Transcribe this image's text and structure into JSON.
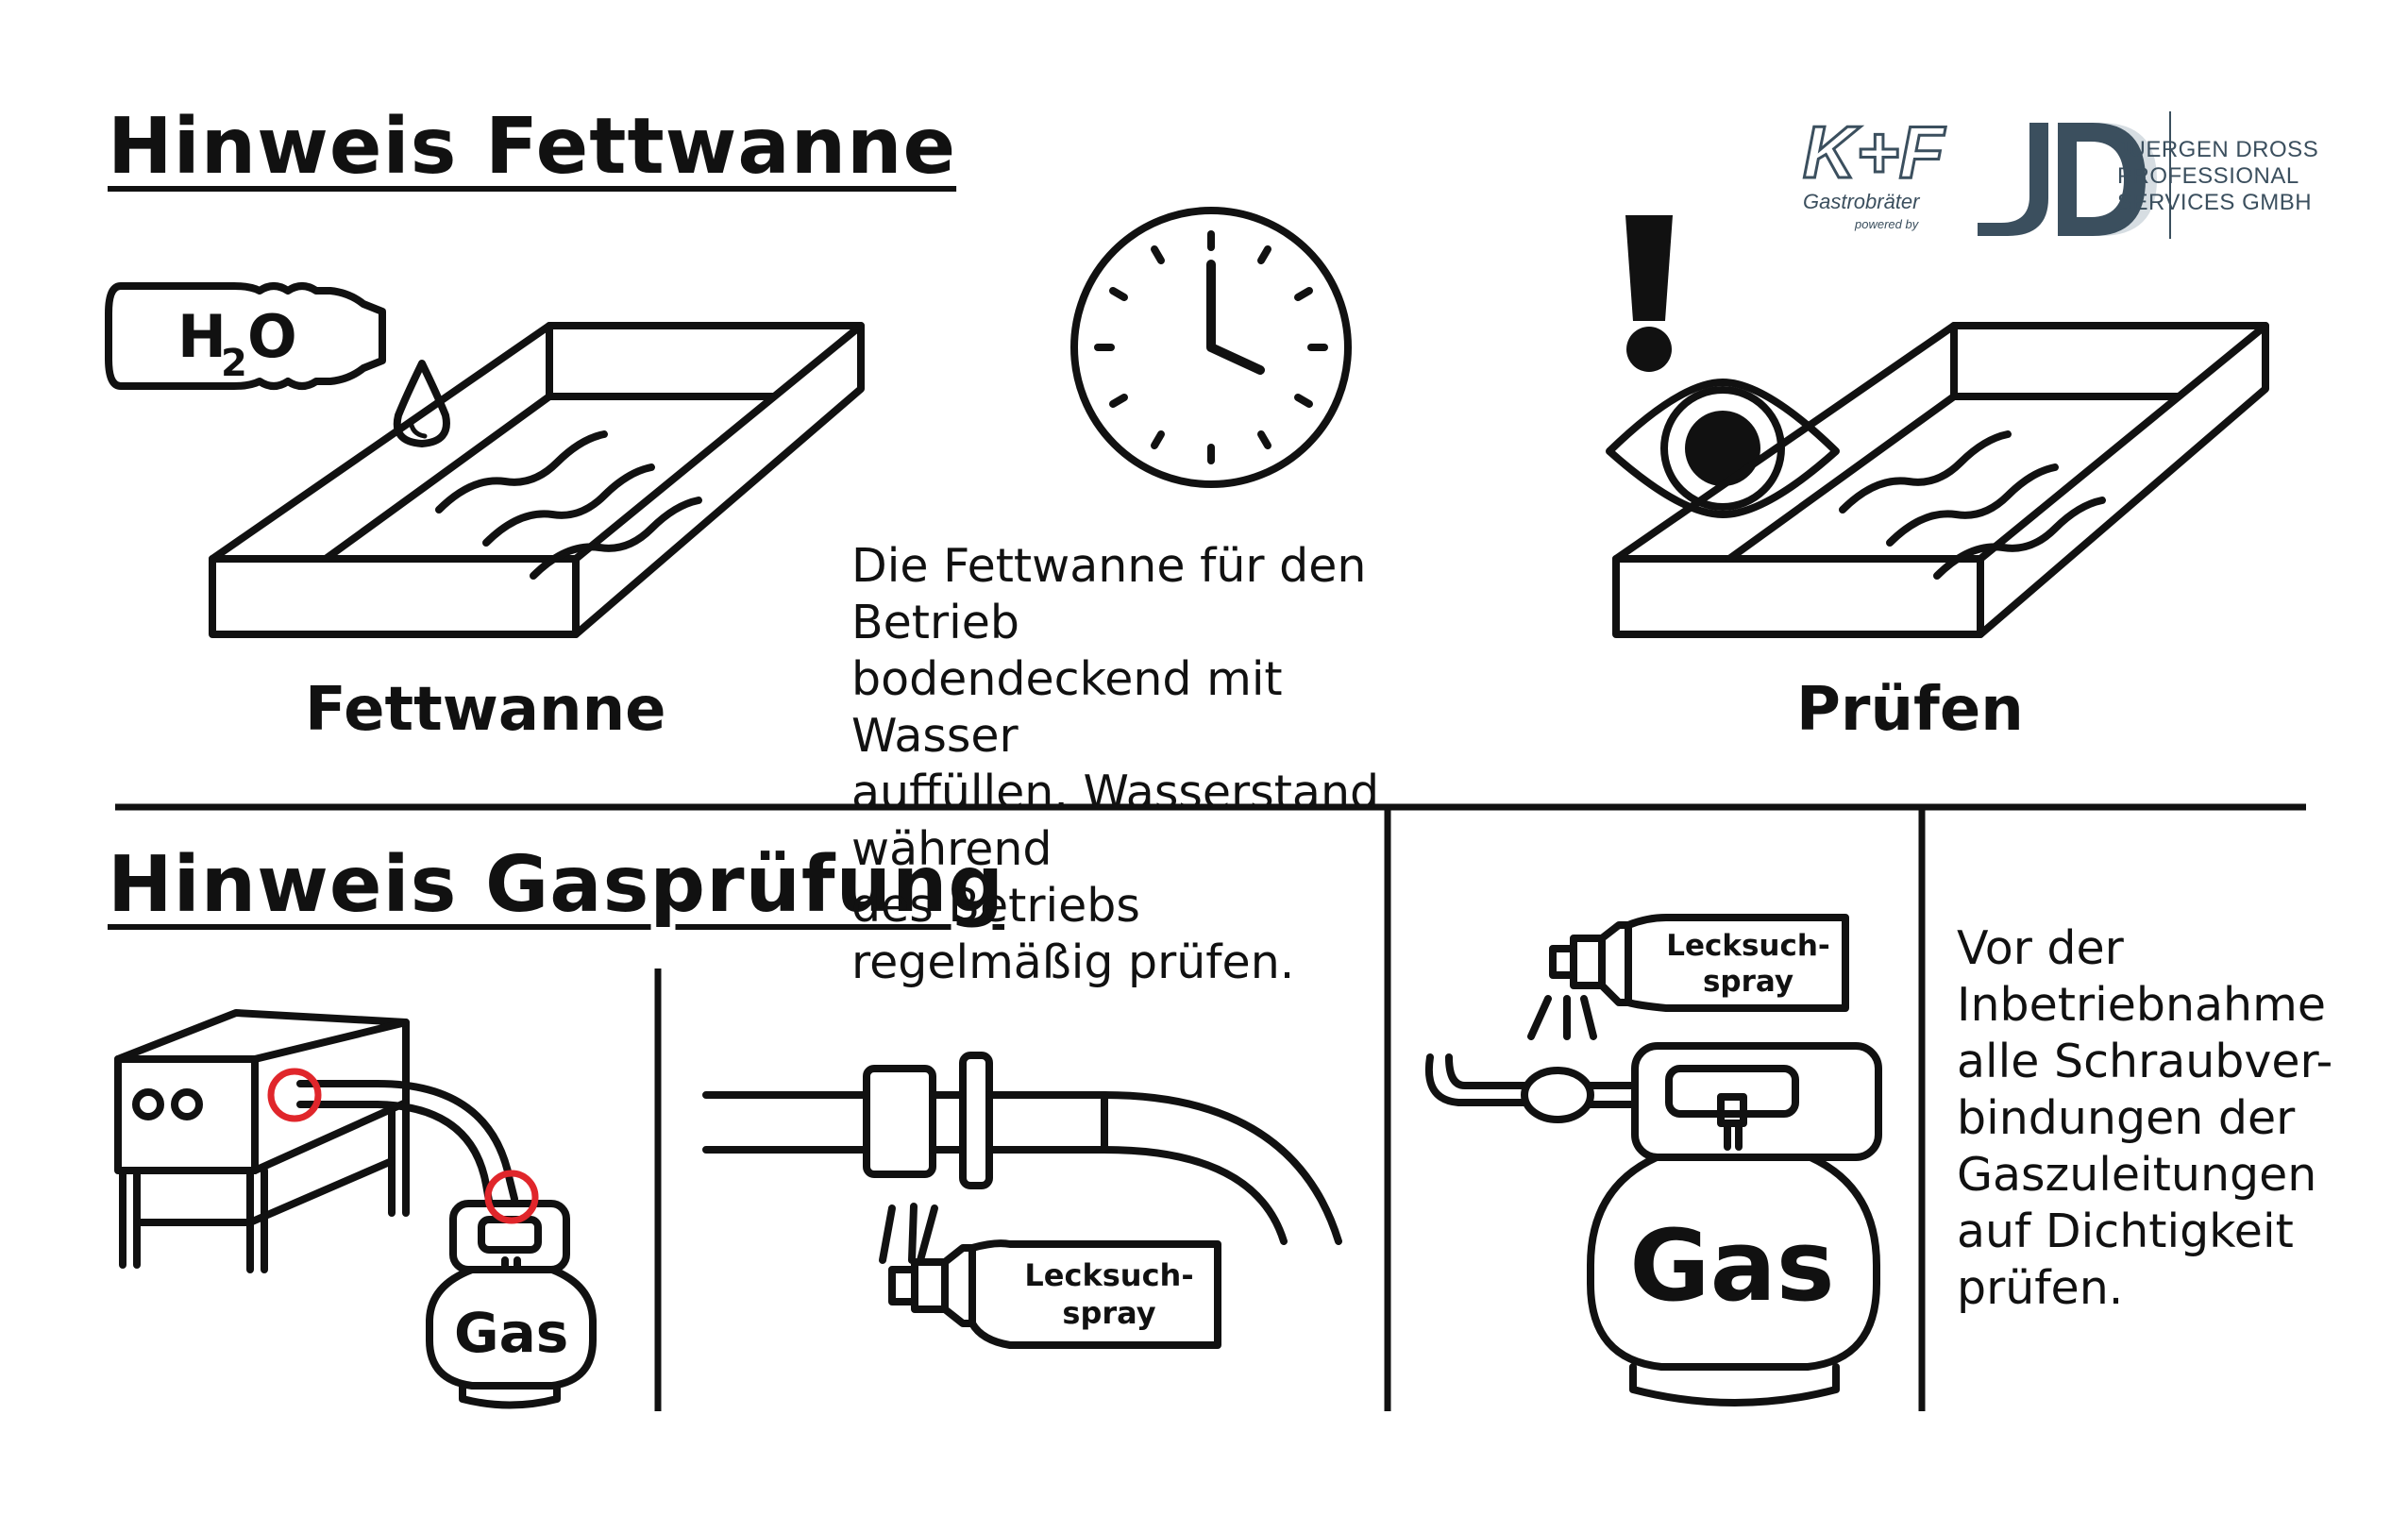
{
  "logo": {
    "brand": "K+F",
    "sub": "Gastrobräter",
    "powered": "powered by",
    "mark": "JD",
    "company_line1": "JUERGEN DROSS",
    "company_line2": "PROFESSIONAL",
    "company_line3": "SERVICES GMBH"
  },
  "section_fat": {
    "heading": "Hinweis Fettwanne",
    "bottle_label_h": "H",
    "bottle_label_sub": "2",
    "bottle_label_o": "O",
    "label_left": "Fettwanne",
    "label_right": "Prüfen",
    "instruction_lines": [
      "Die Fettwanne für den Betrieb",
      "bodendeckend mit Wasser",
      "auffüllen. Wasserstand während",
      "des Betriebs regelmäßig prüfen."
    ]
  },
  "section_gas": {
    "heading": "Hinweis Gasprüfung",
    "tank_label_small": "Gas",
    "tank_label_large": "Gas",
    "spray_label_1a": "Lecksuch-",
    "spray_label_1b": "spray",
    "spray_label_2a": "Lecksuch-",
    "spray_label_2b": "spray",
    "instruction_lines": [
      "Vor der",
      "Inbetriebnahme",
      "alle Schraubver-",
      "bindungen der",
      "Gaszuleitungen",
      "auf Dichtigkeit",
      "prüfen."
    ]
  },
  "colors": {
    "ink": "#111111",
    "highlight": "#e0262b",
    "logo_slate": "#3b4f5e"
  }
}
